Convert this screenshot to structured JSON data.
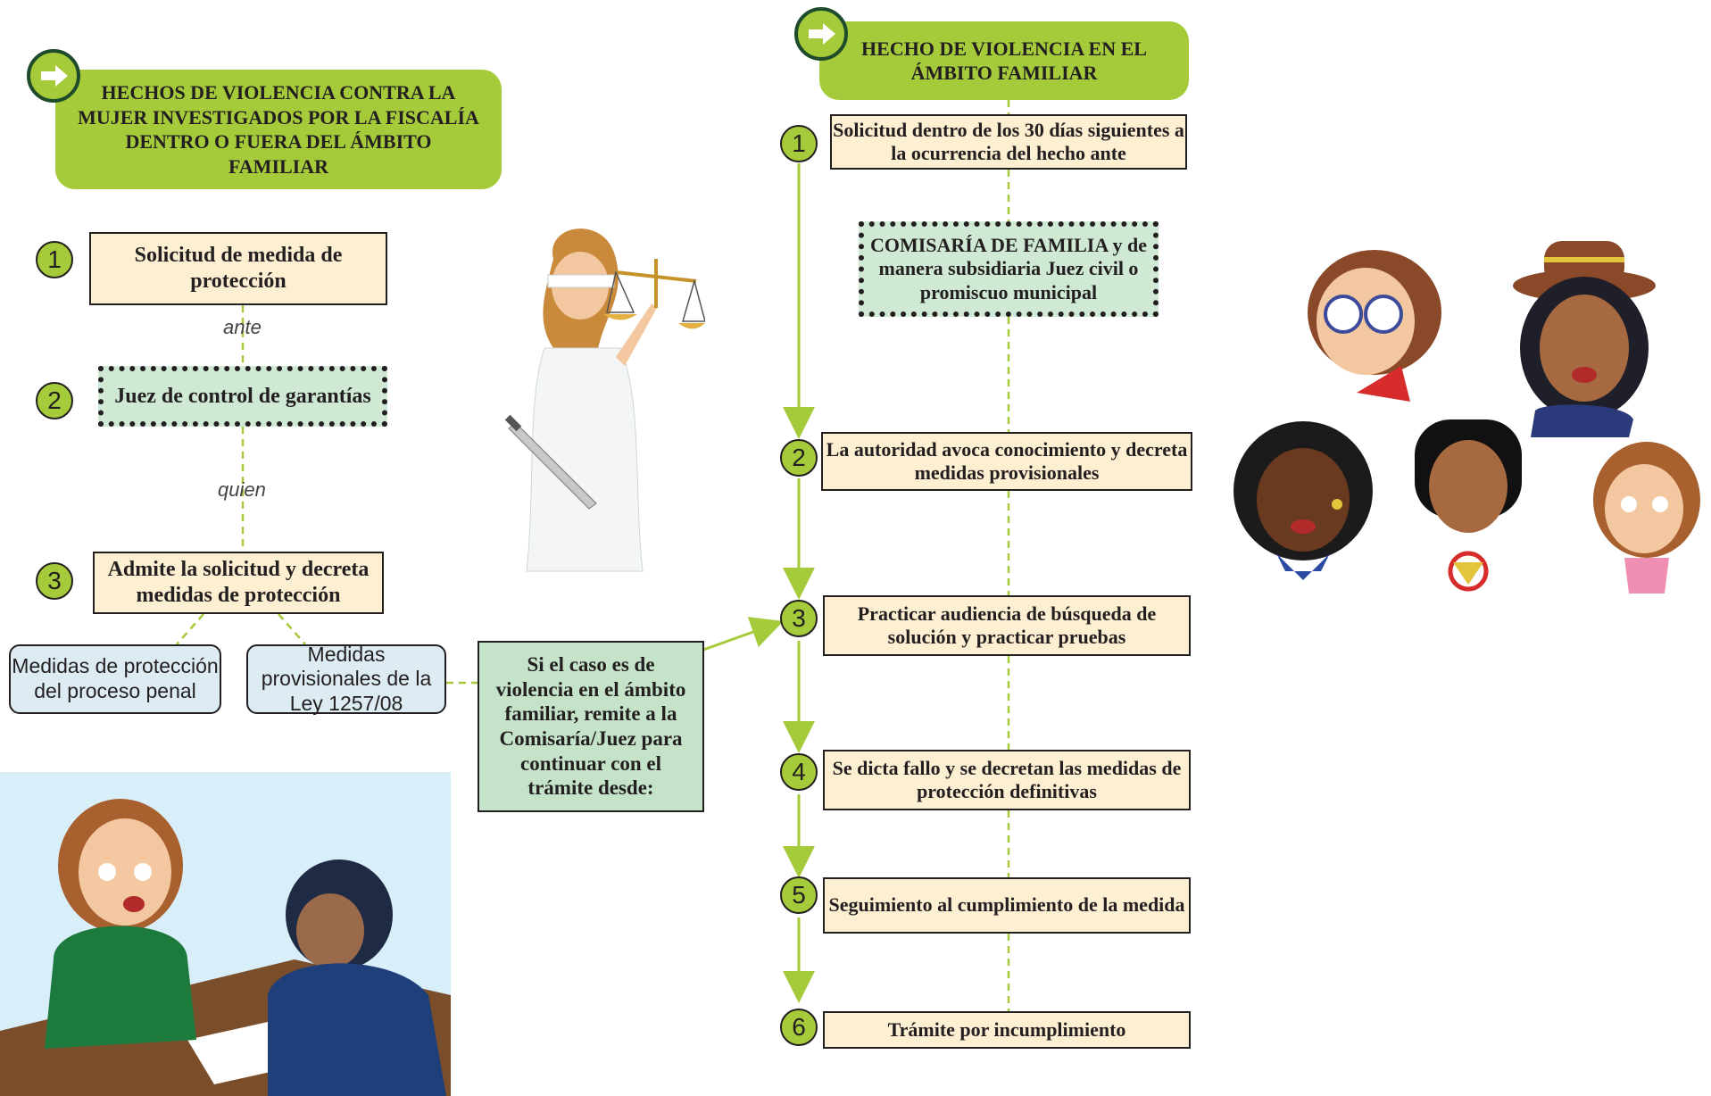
{
  "left": {
    "header": "HECHOS DE VIOLENCIA CONTRA LA MUJER INVESTIGADOS POR LA FISCALÍA DENTRO O FUERA DEL ÁMBITO FAMILIAR",
    "steps": [
      {
        "num": "1",
        "text": "Solicitud de medida de protección"
      },
      {
        "num": "2",
        "text": "Juez de control de garantías"
      },
      {
        "num": "3",
        "text": "Admite la solicitud y decreta medidas de protección"
      }
    ],
    "connector_ante": "ante",
    "connector_quien": "quien",
    "option_a": "Medidas de protección del proceso penal",
    "option_b": "Medidas provisionales de la Ley 1257/08",
    "remit": "Si el caso es de violencia en el ámbito familiar, remite a la Comisaría/Juez para continuar con el trámite desde:"
  },
  "right": {
    "header": "HECHO DE VIOLENCIA EN EL ÁMBITO FAMILIAR",
    "step0": "Solicitud dentro de los 30 días siguientes a la ocurrencia del hecho ante",
    "authority": "COMISARÍA DE FAMILIA y de manera subsidiaria Juez civil o promiscuo municipal",
    "steps": [
      {
        "num": "1",
        "text": ""
      },
      {
        "num": "2",
        "text": "La autoridad avoca conocimiento y decreta medidas provisionales"
      },
      {
        "num": "3",
        "text": "Practicar audiencia de búsqueda de solución y practicar pruebas"
      },
      {
        "num": "4",
        "text": "Se dicta fallo y se decretan las medidas de protección definitivas"
      },
      {
        "num": "5",
        "text": "Seguimiento al cumplimiento de la medida"
      },
      {
        "num": "6",
        "text": "Trámite por incumplimiento"
      }
    ]
  },
  "colors": {
    "green": "#a6cb3a",
    "cream": "#fdefd2",
    "mint": "#c5e3c9",
    "blue": "#dcecf2",
    "line": "#a6cb3a"
  }
}
